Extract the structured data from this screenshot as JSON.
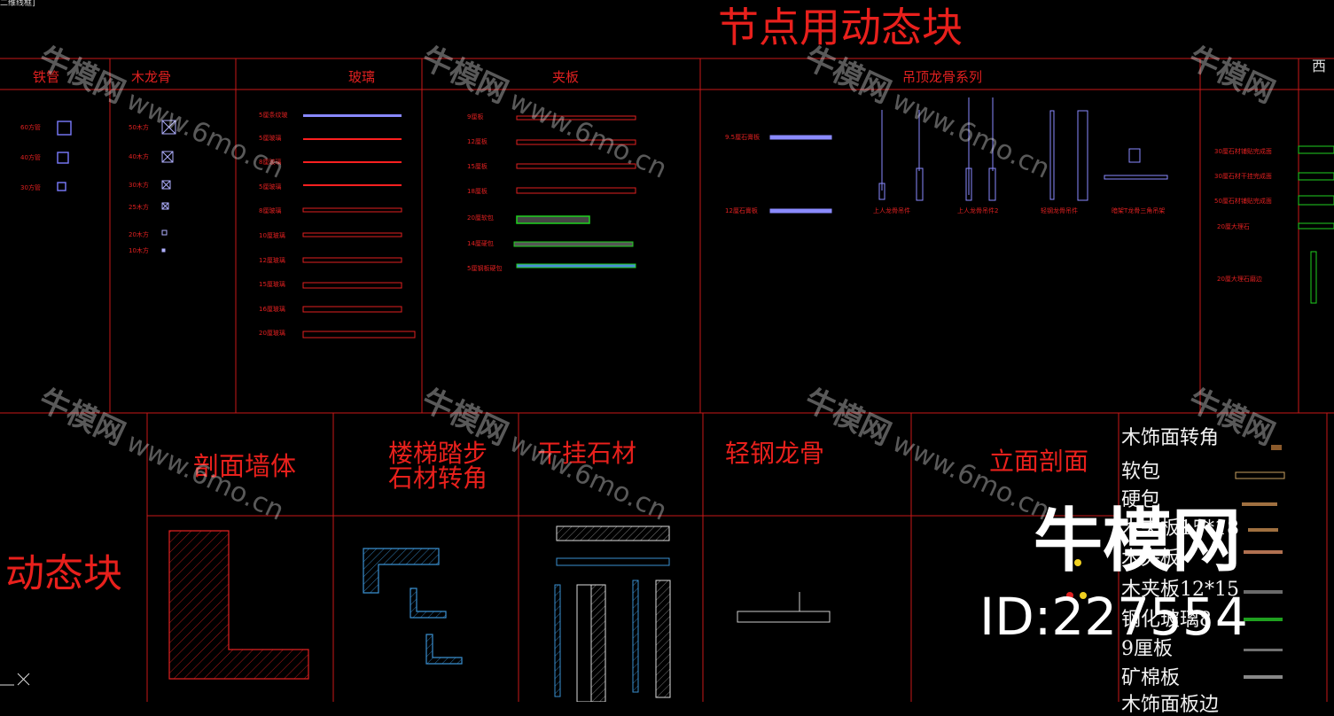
{
  "view_label": "二维线框]",
  "title_top": "节点用动态块",
  "top_headers": {
    "tiepipe": "铁管",
    "mulonggu": "木龙骨",
    "glass": "玻璃",
    "jiaban": "夹板",
    "ceiling": "吊顶龙骨系列",
    "west": "西"
  },
  "tiepipe_items": [
    "60方管",
    "40方管",
    "30方管"
  ],
  "mu_items": [
    "50木方",
    "40木方",
    "30木方",
    "25木方",
    "20木方",
    "10木方"
  ],
  "glass_items": [
    "5厘条纹玻",
    "5厘玻璃",
    "8厘玻璃",
    "5厘玻璃",
    "8厘玻璃",
    "10厘玻璃",
    "12厘玻璃",
    "15厘玻璃",
    "16厘玻璃",
    "20厘玻璃"
  ],
  "jiaban_items": [
    "9厘板",
    "12厘板",
    "15厘板",
    "18厘板",
    "20厘软包",
    "14厘硬包",
    "5厘钢板硬包"
  ],
  "ceiling_items": {
    "board1": "9.5厘石膏板",
    "board2": "12厘石膏板",
    "c1": "上人龙骨吊件",
    "c2": "上人龙骨吊件2",
    "c3": "轻钢龙骨吊件",
    "c4": "暗架T龙骨三角吊架"
  },
  "right_items": [
    "30厘石材铺贴完成面",
    "30厘石材干挂完成面",
    "50厘石材铺贴完成面",
    "20厘大理石",
    "20厘大理石磨边"
  ],
  "side_label": "动态块",
  "bottom_headers": {
    "wall": "剖面墙体",
    "stair_line1": "楼梯踏步",
    "stair_line2": "石材转角",
    "stone": "干挂石材",
    "steel": "轻钢龙骨",
    "elev": "立面剖面"
  },
  "material_list": [
    "木饰面转角",
    "软包",
    "硬包",
    "木夹板15*18",
    "木夹板",
    "木夹板12*15",
    "钢化玻璃8",
    "9厘板",
    "矿棉板",
    "木饰面板边"
  ],
  "watermark_text": "牛模网",
  "watermark_url": "www.6mo.cn",
  "logo_name": "牛模网",
  "logo_id": "ID:227554"
}
